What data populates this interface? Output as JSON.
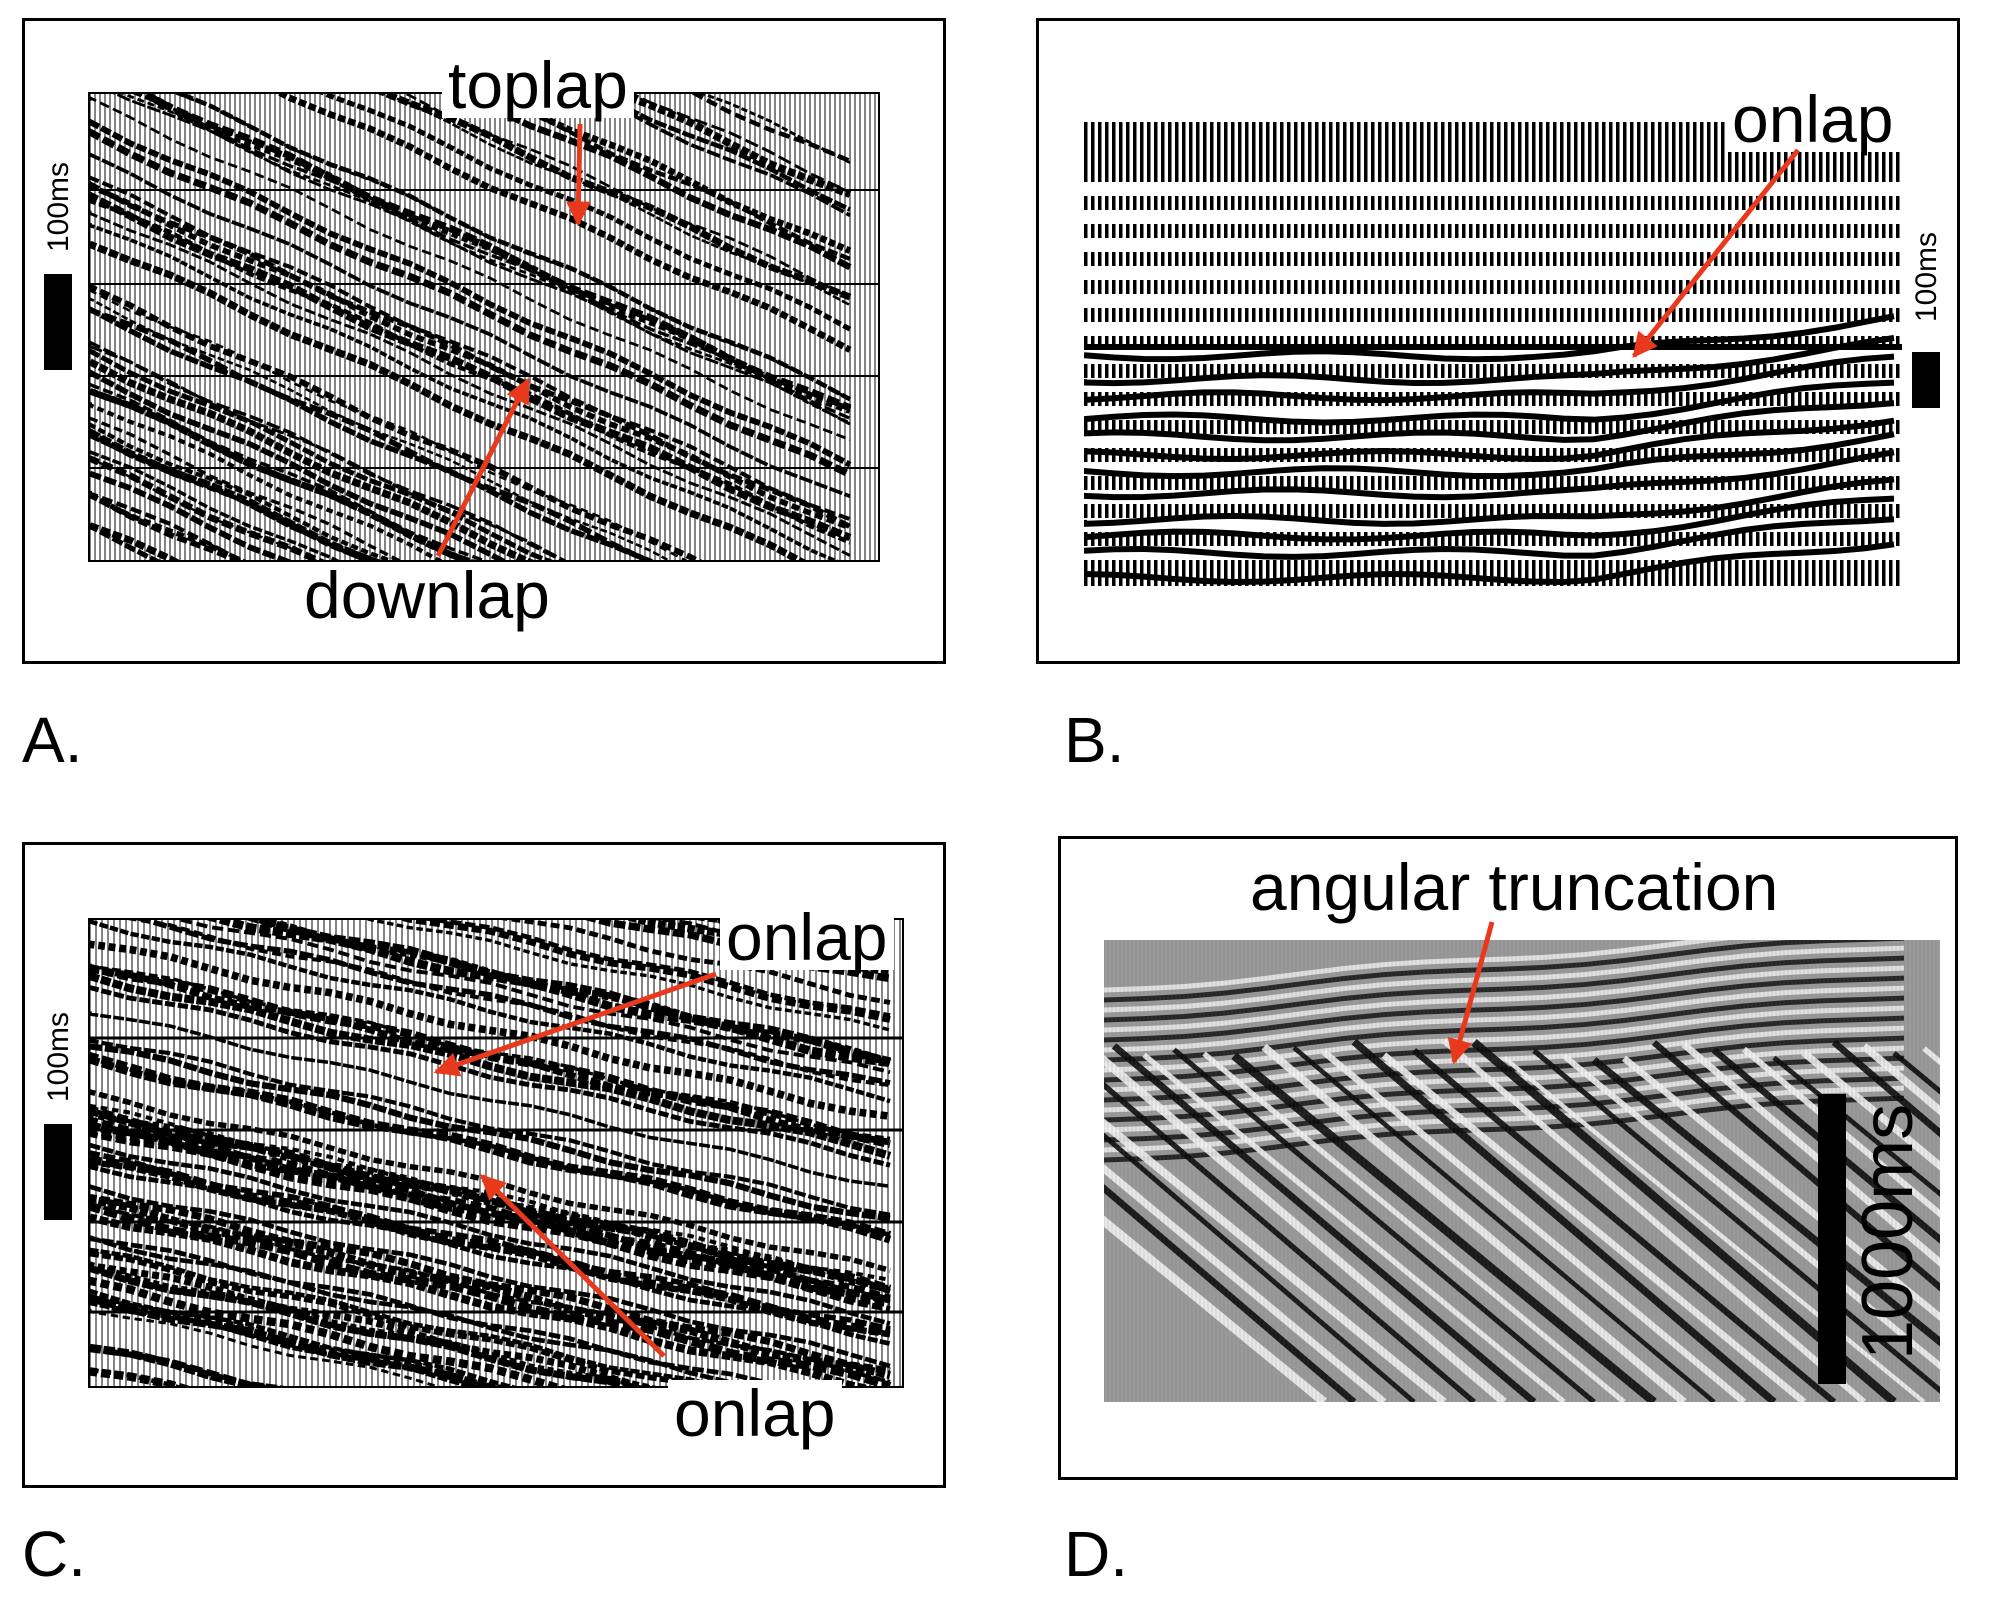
{
  "colors": {
    "arrow": "#e8391d",
    "ink": "#000000",
    "paper": "#ffffff",
    "gray": "#8a8a8a"
  },
  "panels": [
    {
      "letter": "A.",
      "scale_label": "100ms",
      "annotations": [
        "toplap",
        "downlap"
      ]
    },
    {
      "letter": "B.",
      "scale_label": "100ms",
      "annotations": [
        "onlap"
      ]
    },
    {
      "letter": "C.",
      "scale_label": "100ms",
      "annotations": [
        "onlap",
        "onlap"
      ]
    },
    {
      "letter": "D.",
      "scale_label": "1000ms",
      "annotations": [
        "angular truncation"
      ]
    }
  ]
}
